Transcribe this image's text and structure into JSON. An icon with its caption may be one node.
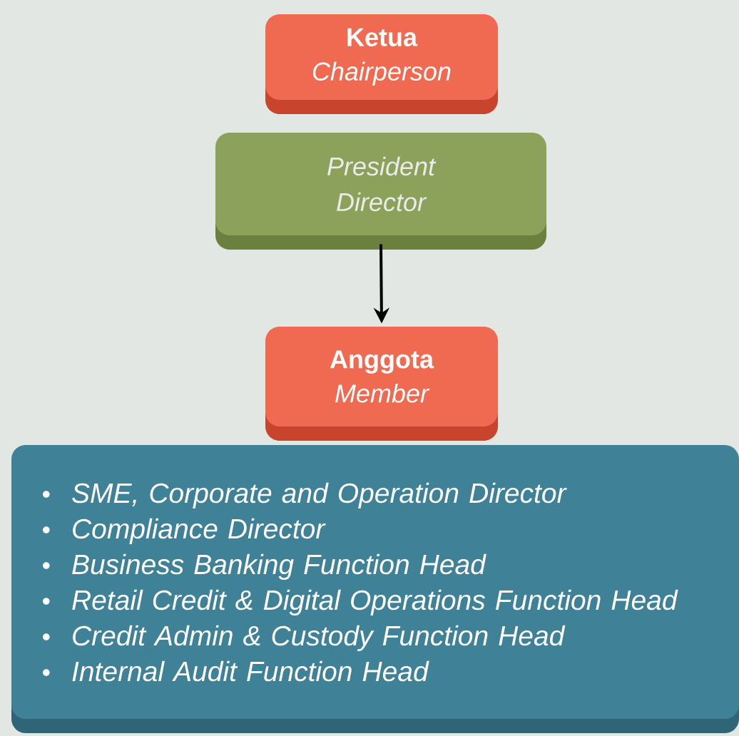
{
  "diagram": {
    "nodes": [
      {
        "text": [
          "Ketua",
          "Chairperson"
        ]
      },
      {
        "text": [
          "President Director"
        ]
      },
      {
        "text": [
          "Anggota",
          "Member"
        ]
      },
      {
        "text": [
          "SME, Corporate and Operation Director",
          "Compliance Director",
          "Business Banking Function Head",
          "Retail Credit & Digital Operations Function Head",
          "Credit Admin & Custody Function Head",
          "Internal Audit Function Head"
        ]
      }
    ],
    "edges": [
      {
        "from": 1,
        "to": 2,
        "arrow": "to"
      }
    ]
  }
}
